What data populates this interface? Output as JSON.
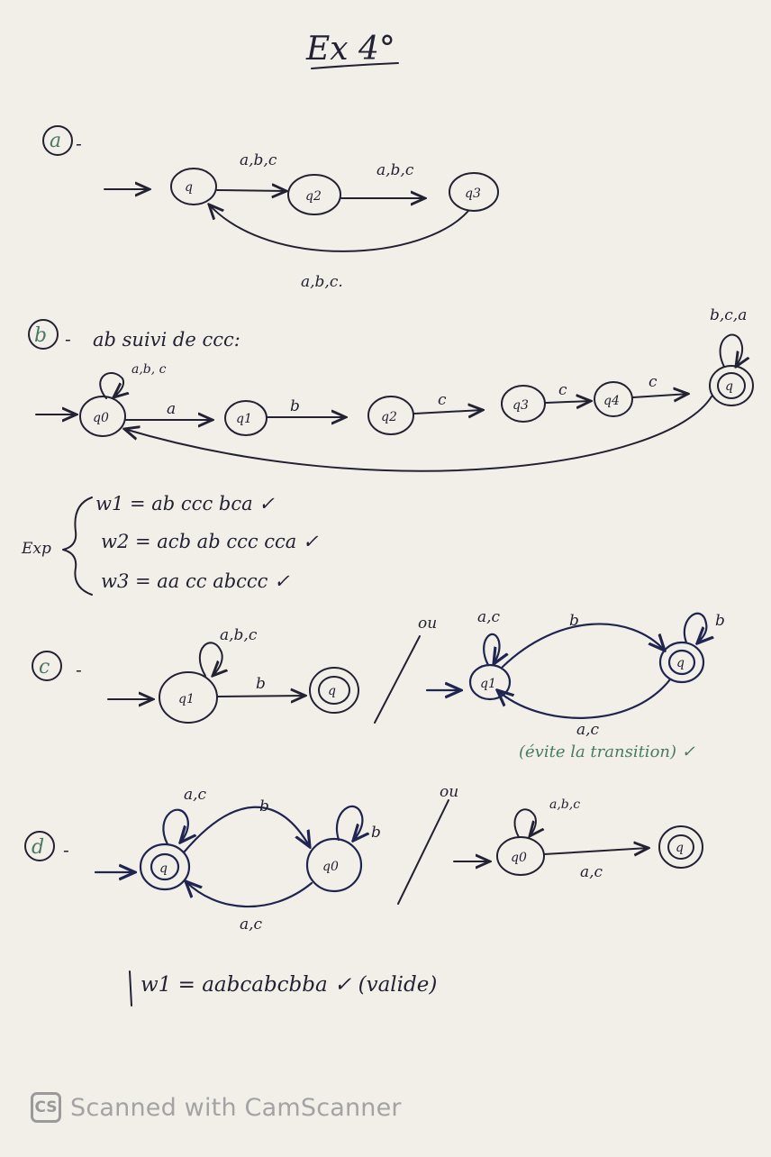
{
  "title": "Ex 4°",
  "parts": {
    "a": {
      "marker": "a",
      "states": [
        "q",
        "q2",
        "q3"
      ],
      "edge_labels": [
        "a,b,c",
        "a,b,c",
        "a,b,c."
      ]
    },
    "b": {
      "marker": "b",
      "heading": "ab suivi de ccc:",
      "states": [
        "q0",
        "q1",
        "q2",
        "q3",
        "q4",
        "q"
      ],
      "loop_labels": [
        "a,b, c",
        "b,c,a"
      ],
      "edge_labels": [
        "a",
        "b",
        "c",
        "c",
        "c"
      ]
    },
    "examples": {
      "label": "Exp",
      "lines": [
        "w1 = ab ccc bca ✓",
        "w2 = acb ab ccc cca ✓",
        "w3 = aa cc abccc ✓"
      ]
    },
    "c": {
      "marker": "c",
      "left": {
        "states": [
          "q1",
          "q"
        ],
        "loop_label": "a,b,c",
        "edge_label": "b"
      },
      "or_label": "ou",
      "right": {
        "states": [
          "q1",
          "q"
        ],
        "loop_labels": [
          "a,c",
          "b"
        ],
        "top_label": "b",
        "bottom_label": "a,c"
      },
      "note": "(évite la transition) ✓"
    },
    "d": {
      "marker": "d",
      "left": {
        "states": [
          "q",
          "q0"
        ],
        "loop_labels": [
          "a,c",
          "b"
        ],
        "top_label": "b",
        "bottom_label": "a,c"
      },
      "or_label": "ou",
      "right": {
        "states": [
          "q0",
          "q"
        ],
        "loop_label": "a,b,c",
        "edge_label": "a,c"
      }
    },
    "final_word": "w1 = aabcabcbba ✓ (valide)"
  },
  "watermark": {
    "logo": "CS",
    "text": "Scanned with CamScanner"
  }
}
